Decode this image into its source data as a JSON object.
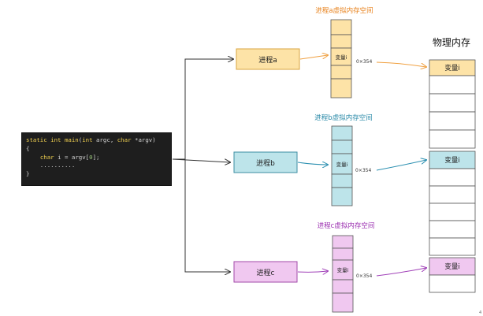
{
  "code": {
    "line1": {
      "kw1": "static int ",
      "fn": "main",
      "p1": "(",
      "kw2": "int",
      "p2": " argc, ",
      "kw3": "char",
      "p3": " *argv)"
    },
    "line2": "{",
    "line3": {
      "pre": "    ",
      "kw": "char",
      "mid": " i = argv[",
      "num": "0",
      "post": "];"
    },
    "line4": "    ..........",
    "line5": "}"
  },
  "processes": [
    {
      "label": "进程a",
      "vm_title": "进程a虚拟内存空间",
      "var_label": "变量i",
      "addr": "0×354",
      "phys_label": "变量i",
      "color": "#fde3a7",
      "stroke": "#d9a441",
      "title_color": "#e8831e",
      "arrow_color": "#f0a040"
    },
    {
      "label": "进程b",
      "vm_title": "进程b虚拟内存空间",
      "var_label": "变量i",
      "addr": "0×354",
      "phys_label": "变量i",
      "color": "#bde4ea",
      "stroke": "#3d8ea3",
      "title_color": "#2a8aa8",
      "arrow_color": "#2a8fb0"
    },
    {
      "label": "进程c",
      "vm_title": "进程c虚拟内存空间",
      "var_label": "变量i",
      "addr": "0×354",
      "phys_label": "变量i",
      "color": "#f0c8f0",
      "stroke": "#a24aa8",
      "title_color": "#9b2fb0",
      "arrow_color": "#a040b8"
    }
  ],
  "physical": {
    "title": "物理内存"
  },
  "page_number": "4"
}
